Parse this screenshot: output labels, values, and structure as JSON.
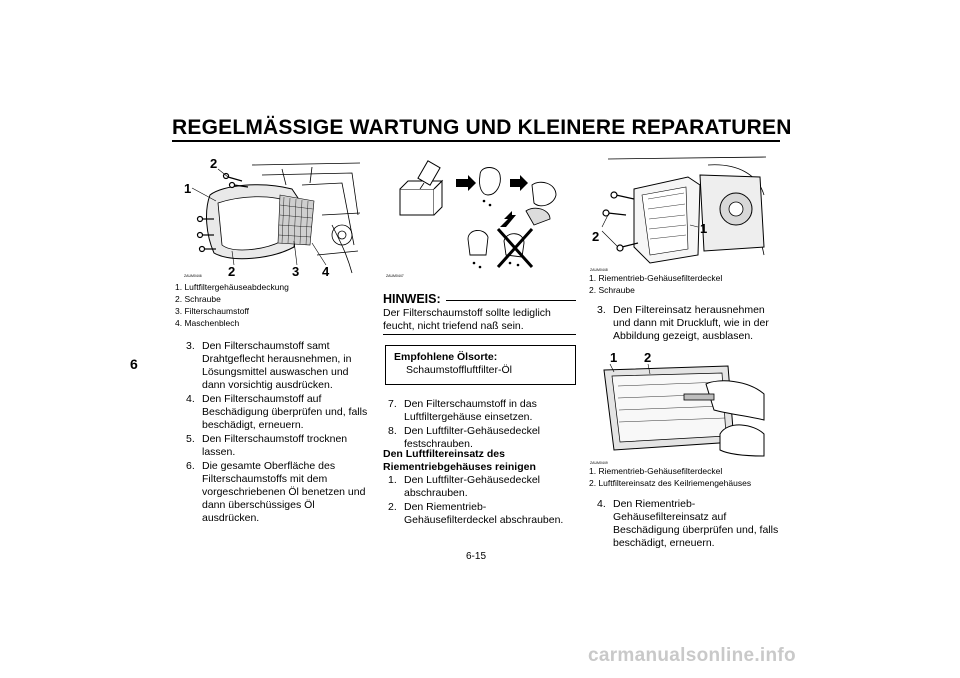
{
  "page": {
    "title": "REGELMÄSSIGE WARTUNG UND KLEINERE REPARATUREN",
    "chapter_tab": "6",
    "page_number": "6-15",
    "footer_watermark": "carmanualsonline.info"
  },
  "fig1": {
    "code": "ZAUM0446",
    "callouts": [
      "1",
      "2",
      "2",
      "3",
      "4"
    ],
    "legend": [
      "1. Luftfiltergehäuseabdeckung",
      "2. Schraube",
      "3. Filterschaumstoff",
      "4. Maschenblech"
    ]
  },
  "left_steps": [
    {
      "num": "3.",
      "text": "Den Filterschaumstoff samt Drahtgeflecht herausnehmen, in Lösungsmittel auswaschen und dann vorsichtig ausdrücken."
    },
    {
      "num": "4.",
      "text": "Den Filterschaumstoff auf Beschädigung überprüfen und, falls beschädigt, erneuern."
    },
    {
      "num": "5.",
      "text": "Den Filterschaumstoff trocknen lassen."
    },
    {
      "num": "6.",
      "text": "Die gesamte Oberfläche des Filterschaumstoffs mit dem vorgeschriebenen Öl benetzen und dann überschüssiges Öl ausdrücken."
    }
  ],
  "fig2": {
    "code": "ZAUM0447"
  },
  "hinweis": {
    "heading": "HINWEIS:",
    "text": "Der Filterschaumstoff sollte lediglich feucht, nicht triefend naß sein."
  },
  "oil_box": {
    "heading": "Empfohlene Ölsorte:",
    "value": "Schaumstoffluftfilter-Öl"
  },
  "middle_steps": [
    {
      "num": "7.",
      "text": "Den Filterschaumstoff in das Luftfiltergehäuse einsetzen."
    },
    {
      "num": "8.",
      "text": "Den Luftfilter-Gehäusedeckel festschrauben."
    }
  ],
  "section": {
    "heading": "Den Luftfiltereinsatz des Riementriebgehäuses reinigen",
    "steps": [
      {
        "num": "1.",
        "text": "Den Luftfilter-Gehäusedeckel abschrauben."
      },
      {
        "num": "2.",
        "text": "Den Riementrieb-Gehäusefilterdeckel abschrauben."
      }
    ]
  },
  "fig3": {
    "code": "ZAUM0448",
    "callouts": [
      "1",
      "2"
    ],
    "legend": [
      "1. Riementrieb-Gehäusefilterdeckel",
      "2. Schraube"
    ]
  },
  "right_step3": {
    "num": "3.",
    "text": "Den Filtereinsatz herausnehmen und dann mit Druckluft, wie in der Abbildung gezeigt, ausblasen."
  },
  "fig4": {
    "code": "ZAUM0449",
    "callouts": [
      "1",
      "2"
    ],
    "legend": [
      "1. Riementrieb-Gehäusefilterdeckel",
      "2. Luftfiltereinsatz des Keilriemengehäuses"
    ]
  },
  "right_step4": {
    "num": "4.",
    "text": "Den Riementrieb-Gehäusefiltereinsatz auf Beschädigung überprüfen und, falls beschädigt, erneuern."
  }
}
